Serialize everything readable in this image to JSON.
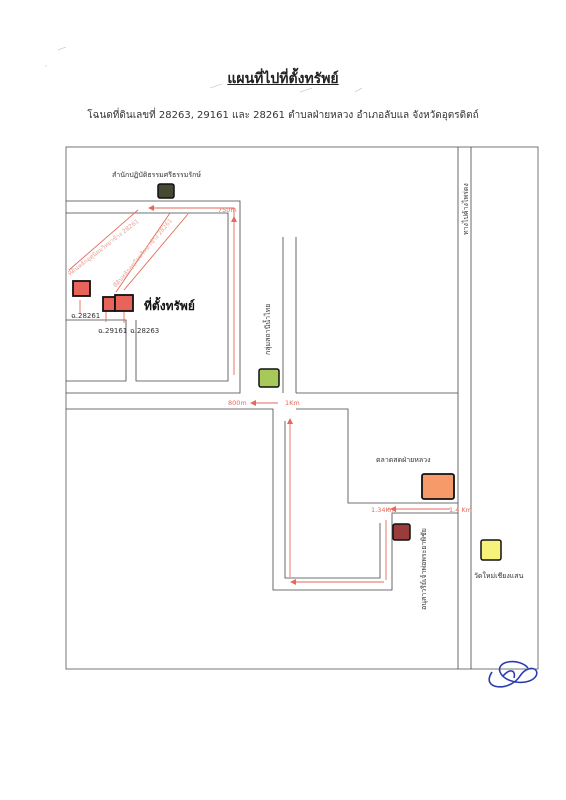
{
  "title": "แผนที่ไปที่ตั้งทรัพย์",
  "subtitle": "โฉนดที่ดินเลขที่ 28263, 29161 และ 28261 ตำบลฝ่ายหลวง อำเภอลับแล จังหวัดอุตรดิตถ์",
  "places": {
    "office": "สำนักปฏิบัติธรรมศรีธรรมรักษ์",
    "school": "กลุ่มสถานีน้ำไทย",
    "market": "ตลาดสดฝ่ายหลวง",
    "monument": "อนุสาวรีย์เจ้าพ่อพระยาพิชัย",
    "temple": "วัดใหม่เชียงแสน",
    "main_road": "ทางไปค้างไพร่ดง",
    "property": "ที่ตั้งทรัพย์"
  },
  "deeds": [
    "ฉ.28261",
    "ฉ.29161",
    "ฉ.28263"
  ],
  "distances": {
    "d750": "750m",
    "d800": "800m",
    "d1km": "1Km",
    "d134a": "1.34Km",
    "d134b": "1.4 Km"
  },
  "faint_labels": [
    "ที่ดินหลักอุตุนิยมวิทยาข้าง 28261",
    "ที่ดินหลักอุตุนิยมวิทยาข้าง 28261"
  ],
  "colors": {
    "route": "#e36a5a",
    "property": "#e8645b",
    "office": "#464a33",
    "school": "#a6c95a",
    "market": "#f79a6a",
    "monument": "#9b3c3c",
    "temple": "#f6f27a"
  }
}
